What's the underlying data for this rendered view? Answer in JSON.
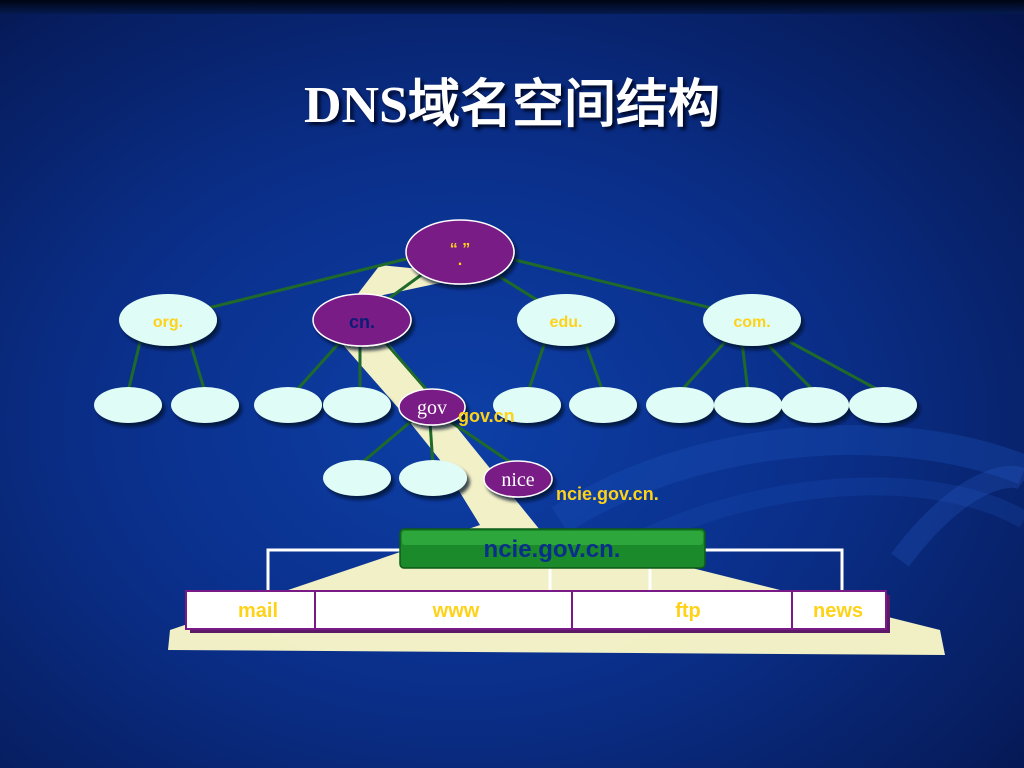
{
  "title": "DNS域名空间结构",
  "root_node": {
    "label": "“ ”",
    "sub": "."
  },
  "tld_nodes": [
    {
      "key": "org",
      "label": "org."
    },
    {
      "key": "cn",
      "label": "cn."
    },
    {
      "key": "edu",
      "label": "edu."
    },
    {
      "key": "com",
      "label": "com."
    }
  ],
  "gov_node": {
    "label": "gov",
    "caption": "gov.cn"
  },
  "nice_node": {
    "label": "nice",
    "caption": "ncie.gov.cn."
  },
  "host_box": {
    "label": "ncie.gov.cn."
  },
  "services": [
    "mail",
    "www",
    "ftp",
    "news"
  ],
  "colors": {
    "purple_node": "#7a1a86",
    "leaf_node": "#dffcf6",
    "edge": "#1f6a2a",
    "highlight_path": "#fbf8c8",
    "label_yellow": "#ffd21a",
    "green_box": "#1a8a2a"
  }
}
